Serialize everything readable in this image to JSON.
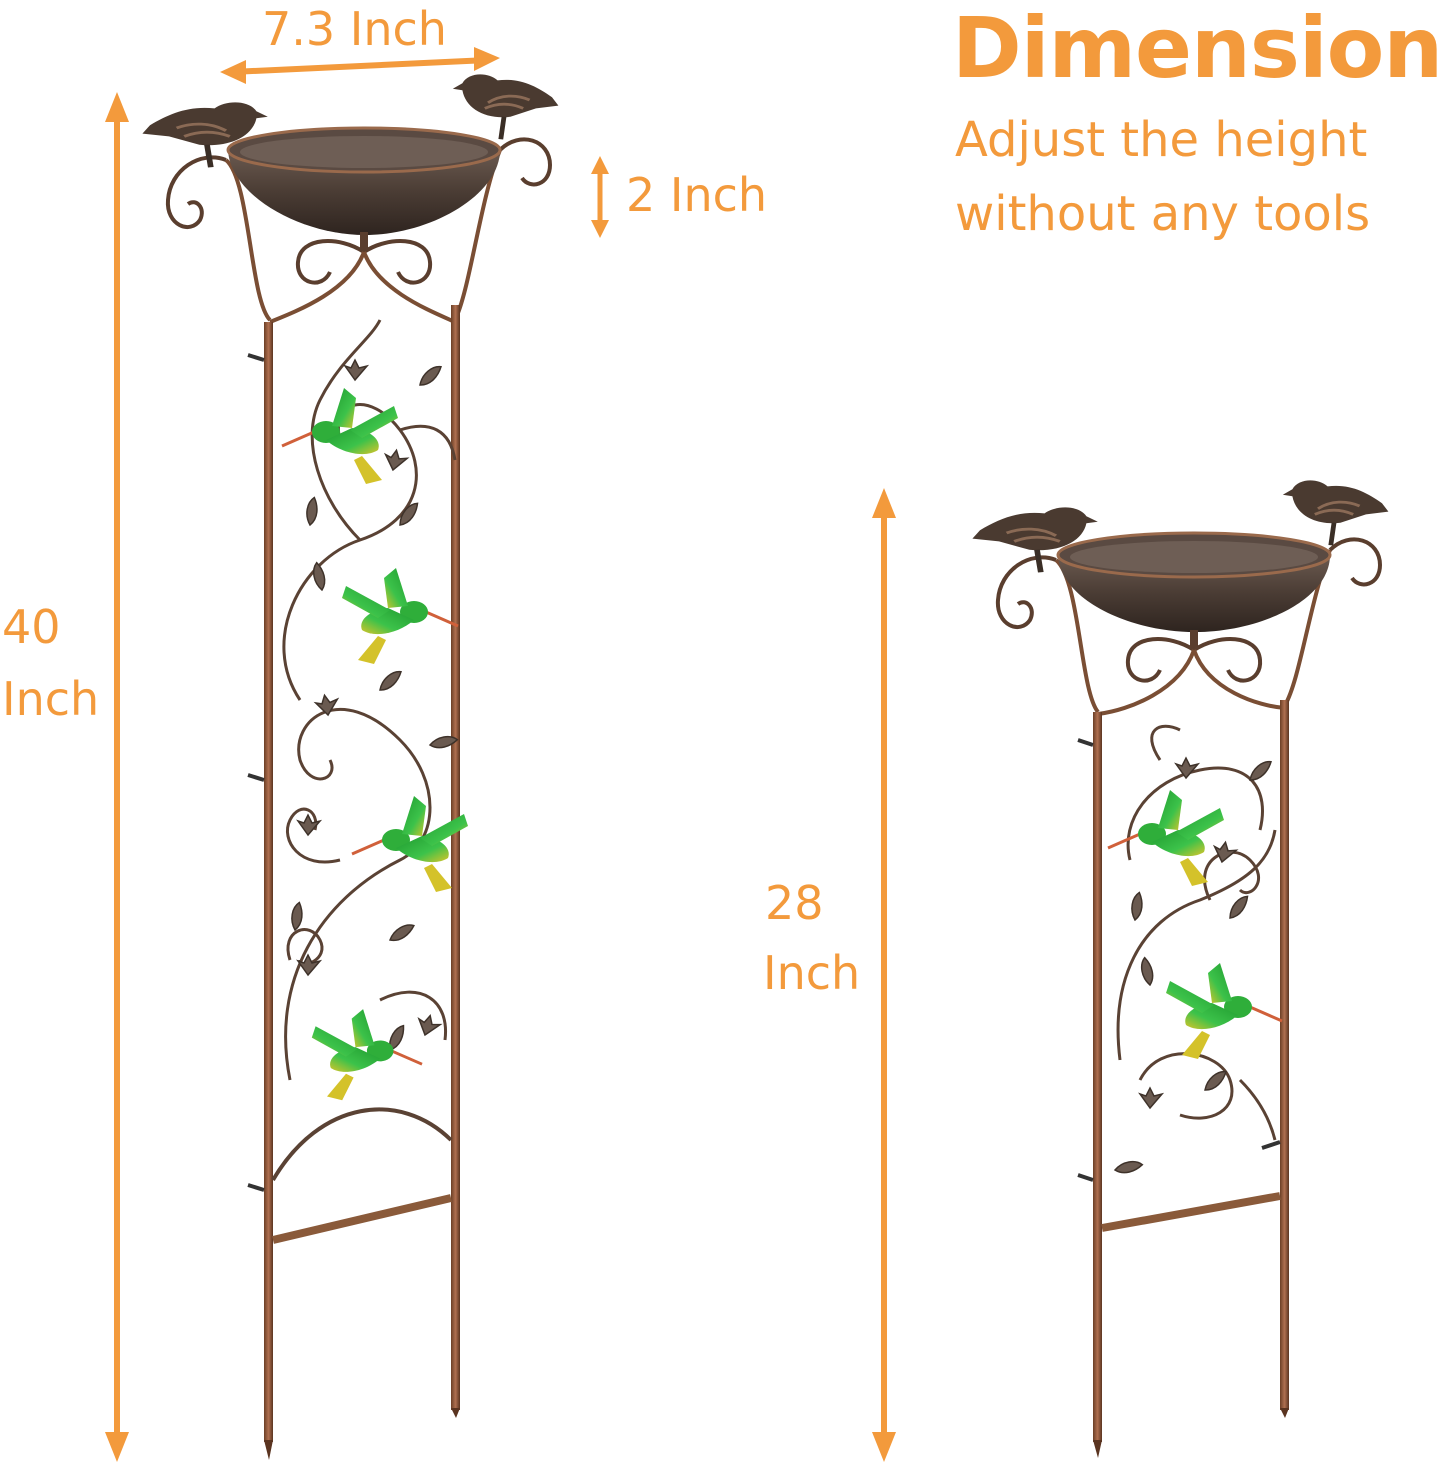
{
  "heading": {
    "title": "Dimension",
    "subtitle_line1": "Adjust the height",
    "subtitle_line2": "without any tools"
  },
  "measurements": {
    "bowl_width": "7.3 Inch",
    "bowl_depth": "2 Inch",
    "tall_height_value": "40",
    "tall_height_unit": "Inch",
    "short_height_value": "28",
    "short_height_unit": "Inch"
  },
  "products": [
    {
      "name": "bird-bath-stake-tall",
      "height": "40 Inch",
      "hummingbirds": 4
    },
    {
      "name": "bird-bath-stake-short",
      "height": "28 Inch",
      "hummingbirds": 2
    }
  ],
  "colors": {
    "accent": "#f39a3c",
    "metal_bronze": "#8a5a3a",
    "metal_dark": "#4a3a30",
    "hummingbird_green": "#2fae3a",
    "hummingbird_yellow": "#d4c22a"
  }
}
